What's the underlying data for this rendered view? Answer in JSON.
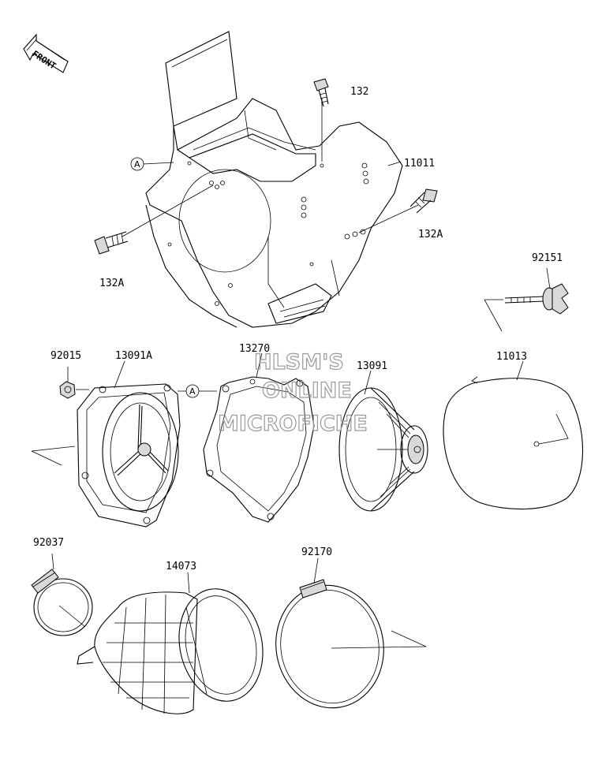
{
  "orientation_marker": {
    "label": "FRONT",
    "icon": "front-arrow-icon"
  },
  "callout_letter": "A",
  "parts": {
    "p132": "132",
    "p11011": "11011",
    "p132A_left": "132A",
    "p132A_right": "132A",
    "p92151": "92151",
    "p92015": "92015",
    "p13091A": "13091A",
    "p13270": "13270",
    "p13091": "13091",
    "p11013": "11013",
    "p92037": "92037",
    "p14073": "14073",
    "p92170": "92170"
  },
  "watermark": {
    "line1": "HLSM'S",
    "line2": "ONLINE",
    "line3": "MICROFICHE"
  }
}
